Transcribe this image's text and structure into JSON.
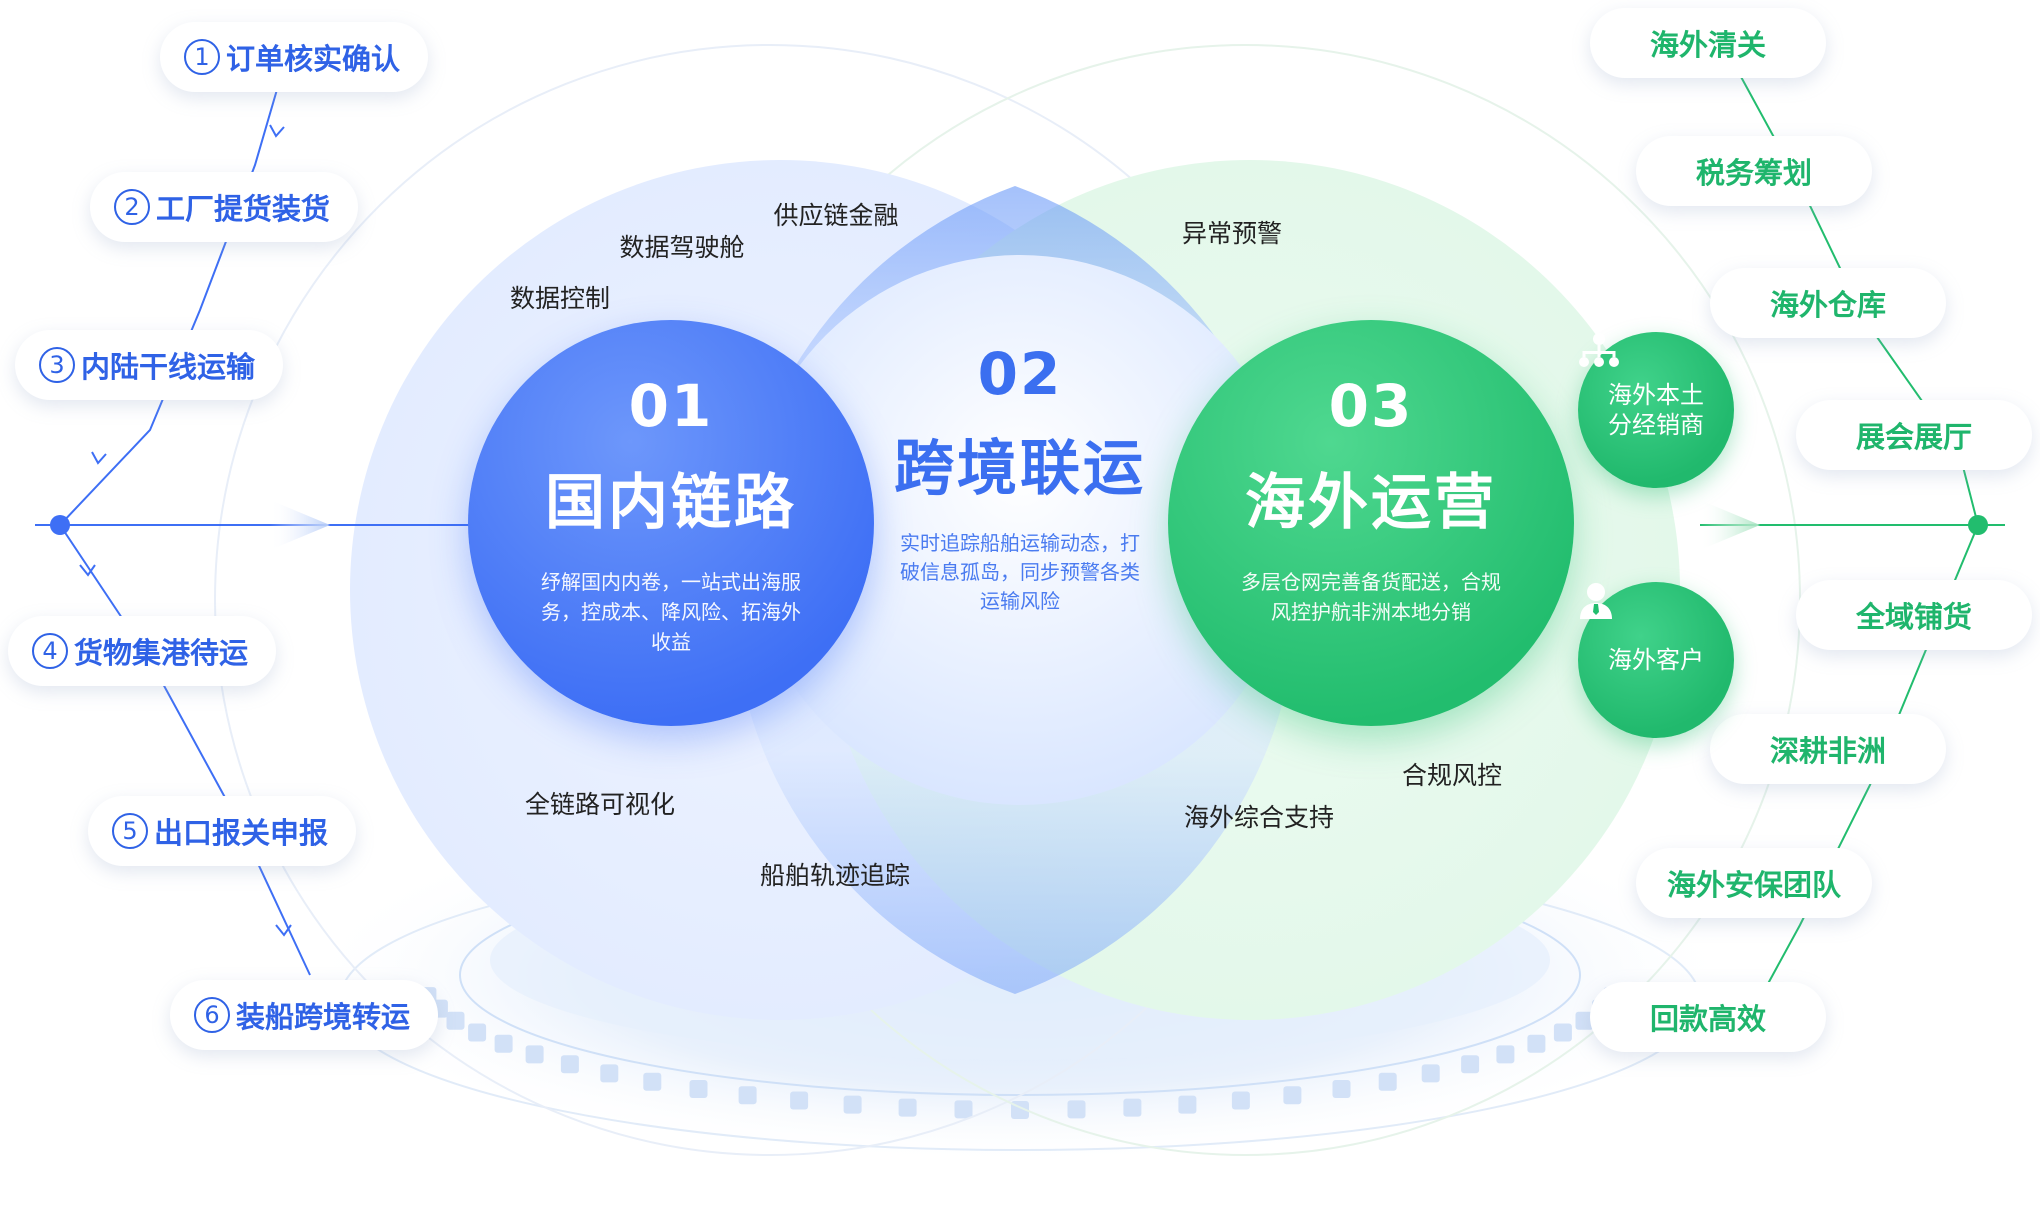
{
  "left_steps": [
    {
      "num": "1",
      "label": "订单核实确认"
    },
    {
      "num": "2",
      "label": "工厂提货装货"
    },
    {
      "num": "3",
      "label": "内陆干线运输"
    },
    {
      "num": "4",
      "label": "货物集港待运"
    },
    {
      "num": "5",
      "label": "出口报关申报"
    },
    {
      "num": "6",
      "label": "装船跨境转运"
    }
  ],
  "right_items": [
    "海外清关",
    "税务筹划",
    "海外仓库",
    "展会展厅",
    "全域铺货",
    "深耕非洲",
    "海外安保团队",
    "回款高效"
  ],
  "circles": {
    "domestic": {
      "num": "01",
      "title": "国内链路",
      "desc": "纾解国内内卷，一站式出海服务，控成本、降风险、拓海外收益"
    },
    "crossborder": {
      "num": "02",
      "title": "跨境联运",
      "desc": "实时追踪船舶运输动态，打破信息孤岛，同步预警各类运输风险"
    },
    "overseas": {
      "num": "03",
      "title": "海外运营",
      "desc": "多层仓网完善备货配送，合规风控护航非洲本地分销"
    }
  },
  "small_circles": [
    {
      "label": "海外本土分经销商",
      "icon": "org-chart-icon"
    },
    {
      "label": "海外客户",
      "icon": "person-icon"
    }
  ],
  "blue_labels": [
    "供应链金融",
    "数据驾驶舱",
    "数据控制",
    "全链路可视化",
    "船舶轨迹追踪"
  ],
  "green_labels": [
    "异常预警",
    "合规风控",
    "海外综合支持"
  ],
  "colors": {
    "blue": "#3e6ff5",
    "green": "#22bd6e",
    "bg_blue": "#e6efff",
    "bg_green": "#e5f9ec"
  }
}
